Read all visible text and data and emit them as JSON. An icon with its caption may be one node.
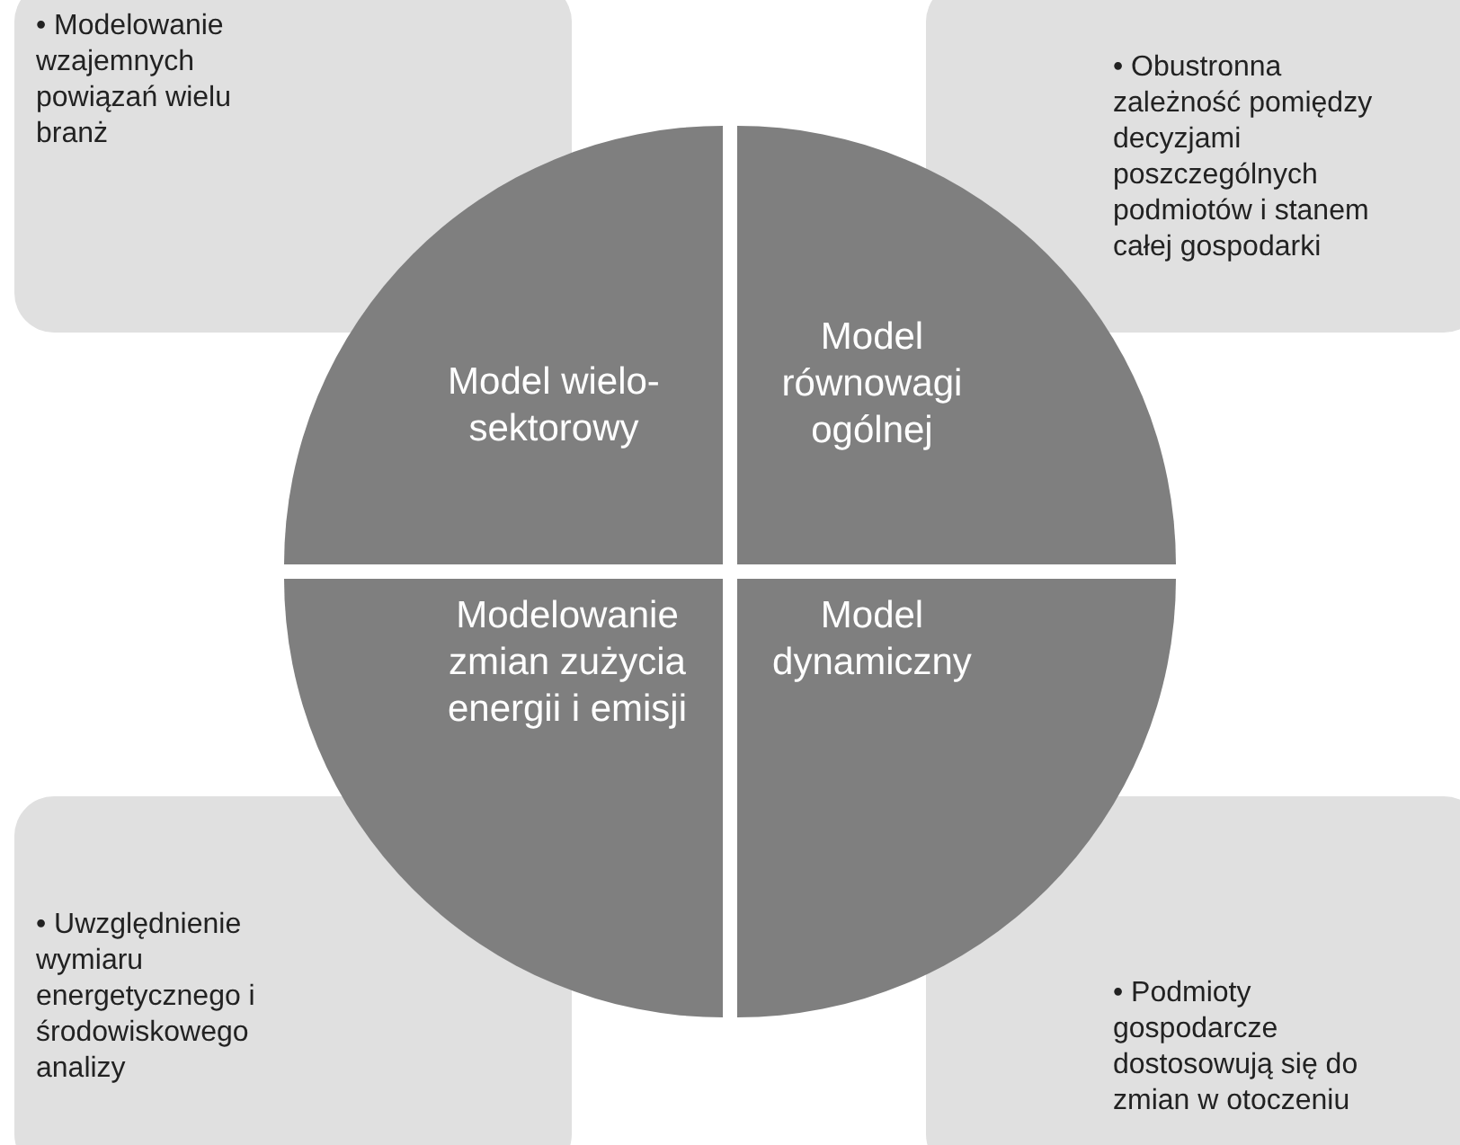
{
  "diagram": {
    "nodes": [
      {
        "text": [
          "• Modelowanie wzajemnych powiązań wielu branż"
        ]
      },
      {
        "text": [
          "• Obustronna zależność pomiędzy decyzjami poszczególnych podmiotów i stanem całej gospodarki"
        ]
      },
      {
        "text": [
          "Model wielo-sektorowy"
        ]
      },
      {
        "text": [
          "Model równowagi ogólnej"
        ]
      },
      {
        "text": [
          "Modelowanie zmian zużycia energii i emisji"
        ]
      },
      {
        "text": [
          "Model dynamiczny"
        ]
      },
      {
        "text": [
          "• Uwzględnienie wymiaru energetycznego i środowiskowego analizy"
        ]
      },
      {
        "text": [
          "• Podmioty gospodarcze dostosowują się do zmian w otoczeniu"
        ]
      }
    ],
    "edges": []
  }
}
